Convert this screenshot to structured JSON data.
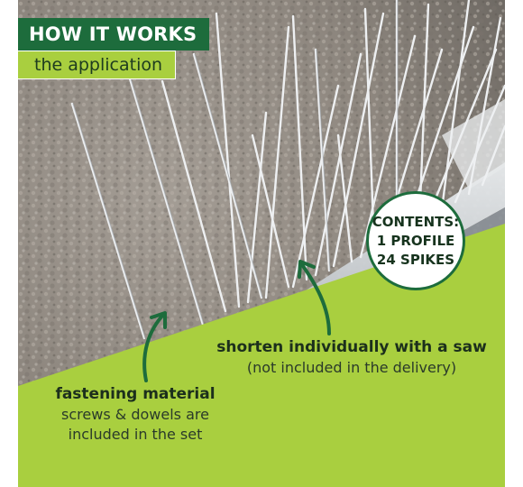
{
  "banner": {
    "title": "HOW IT WORKS",
    "subtitle": "the application"
  },
  "contents_badge": {
    "line1": "CONTENTS:",
    "line2": "1 PROFILE",
    "line3": "24 SPIKES"
  },
  "captions": {
    "saw": {
      "heading": "shorten individually with a saw",
      "note": "(not included in the delivery)"
    },
    "fastening": {
      "heading": "fastening material",
      "line1": "screws & dowels are",
      "line2": "included in the set"
    }
  },
  "colors": {
    "dark_green": "#1d6c3c",
    "lime_green": "#a9cf3f",
    "white": "#ffffff"
  },
  "icons": [
    "arrow-to-saw-cut-icon",
    "arrow-to-fastening-icon"
  ]
}
